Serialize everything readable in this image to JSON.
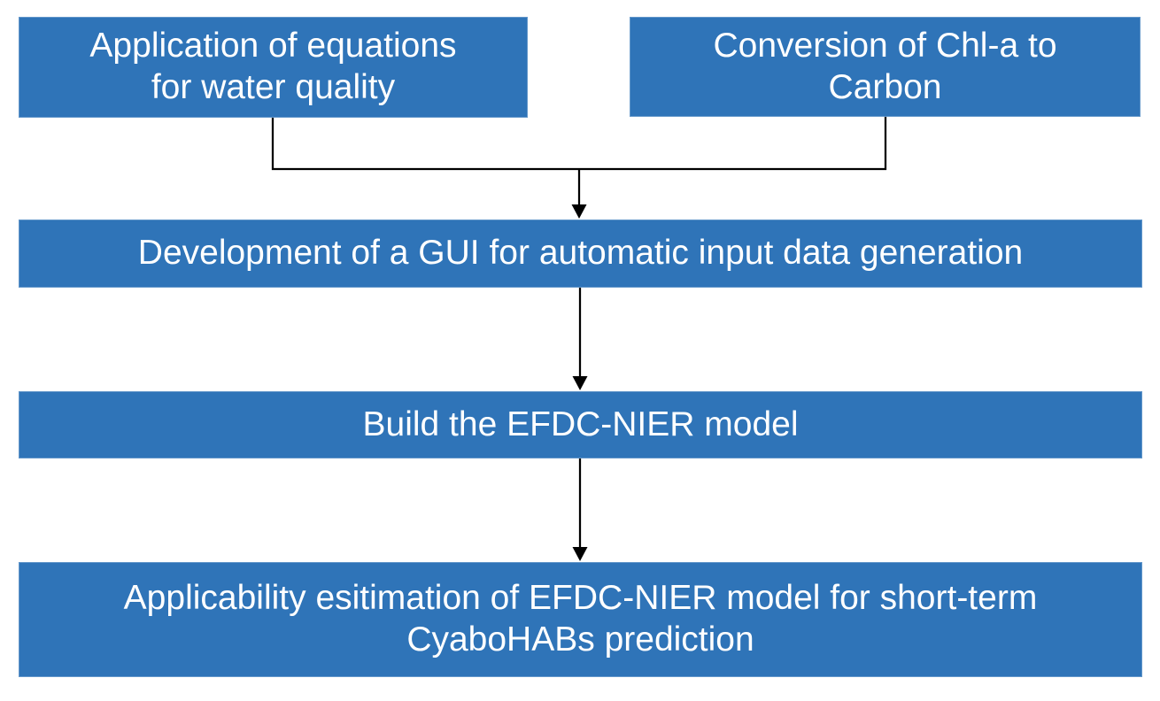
{
  "theme": {
    "box_fill": "#2F74B8",
    "box_text": "#FFFFFF",
    "line_color": "#000000",
    "background": "#FFFFFF"
  },
  "diagram": {
    "type": "flowchart",
    "nodes": [
      {
        "id": "application-equations",
        "lines": [
          "Application of equations",
          "for water quality"
        ]
      },
      {
        "id": "chla-to-carbon",
        "lines": [
          "Conversion of Chl-a to",
          "Carbon"
        ]
      },
      {
        "id": "gui-development",
        "lines": [
          "Development of a GUI for automatic input data generation"
        ]
      },
      {
        "id": "build-efdc-nier",
        "lines": [
          "Build the EFDC-NIER model"
        ]
      },
      {
        "id": "applicability-estimation",
        "lines": [
          "Applicability esitimation of EFDC-NIER model for short-term",
          "CyaboHABs prediction"
        ]
      }
    ],
    "edges": [
      {
        "from": "application-equations",
        "to": "gui-development",
        "style": "merge-arrow"
      },
      {
        "from": "chla-to-carbon",
        "to": "gui-development",
        "style": "merge-arrow"
      },
      {
        "from": "gui-development",
        "to": "build-efdc-nier",
        "style": "arrow"
      },
      {
        "from": "build-efdc-nier",
        "to": "applicability-estimation",
        "style": "arrow"
      }
    ]
  }
}
